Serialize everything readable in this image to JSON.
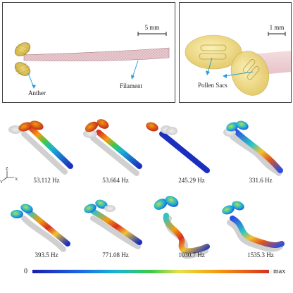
{
  "panel_left": {
    "scale_label": "5 mm",
    "anther_label": "Anther",
    "filament_label": "Filament"
  },
  "panel_right": {
    "scale_label": "1 mm",
    "pollen_label": "Pollen Sacs"
  },
  "axes": {
    "z": "Z",
    "y": "Y",
    "x": "X"
  },
  "modes": [
    {
      "freq": "53.112 Hz"
    },
    {
      "freq": "53.664 Hz"
    },
    {
      "freq": "245.29 Hz"
    },
    {
      "freq": "331.6 Hz"
    },
    {
      "freq": "393.5 Hz"
    },
    {
      "freq": "771.08 Hz"
    },
    {
      "freq": "1030.7 Hz"
    },
    {
      "freq": "1535.3 Hz"
    }
  ],
  "colorbar": {
    "min_label": "0",
    "max_label": "max"
  },
  "colors": {
    "anther_yellow": "#e2c85a",
    "filament_pink": "#e6c6cc",
    "arrow_blue": "#2a9fd8"
  }
}
